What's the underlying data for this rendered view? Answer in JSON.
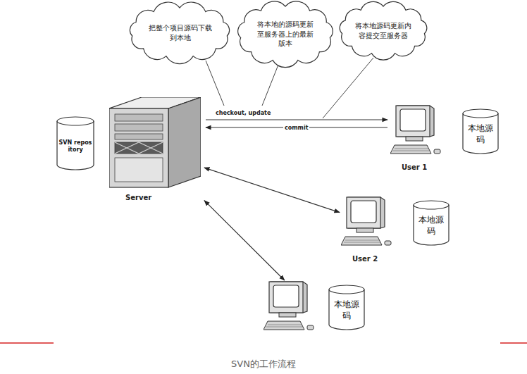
{
  "diagram": {
    "caption": "SVN的工作流程",
    "nodes": [
      {
        "text": [
          "把整个项目源码下载到本地"
        ]
      },
      {
        "text": [
          "将本地的源码更新至服务器上的最新版本"
        ]
      },
      {
        "text": [
          "将本地源码更新内容提交至服务器"
        ]
      },
      {
        "text": [
          "Server"
        ]
      },
      {
        "text": [
          "SVN repository"
        ]
      },
      {
        "text": [
          "本地源码",
          "User 1"
        ]
      },
      {
        "text": [
          "本地源码",
          "User 2"
        ]
      },
      {
        "text": [
          "本地源码"
        ]
      }
    ],
    "edges": [
      {
        "from": 3,
        "to": 5,
        "label": "checkout, update",
        "arrow": "to"
      },
      {
        "from": 5,
        "to": 3,
        "label": "commit",
        "arrow": "to"
      },
      {
        "from": 3,
        "to": 6,
        "arrow": "both"
      },
      {
        "from": 3,
        "to": 7,
        "arrow": "both"
      }
    ]
  }
}
